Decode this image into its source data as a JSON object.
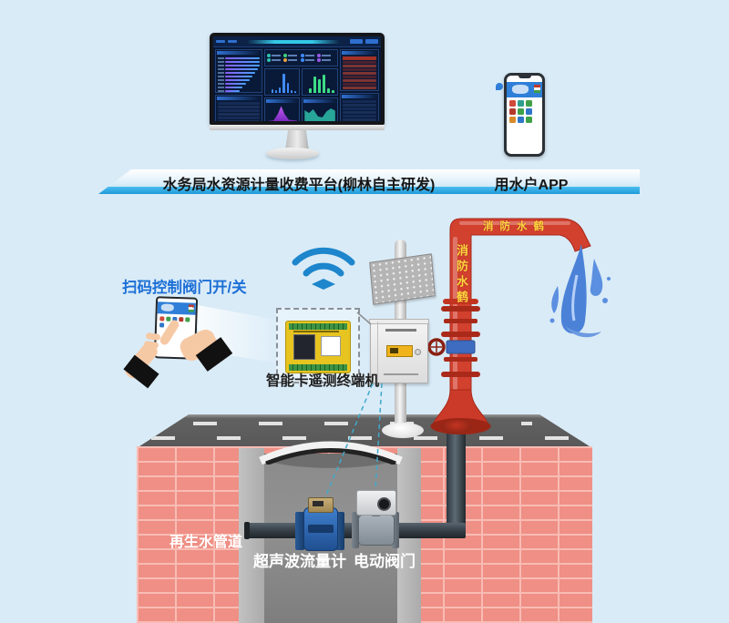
{
  "labels": {
    "platform": "水务局水资源计量收费平台(柳林自主研发)",
    "water_app": "用水户APP",
    "scan_control": "扫码控制阀门开/关",
    "smart_terminal": "智能卡遥测终端机",
    "reclaimed_pipe": "再生水管道",
    "flow_meter": "超声波流量计",
    "electric_valve": "电动阀门",
    "fire_crane_arm": "消防水鹤",
    "fire_crane_pipe": "消防水鹤"
  },
  "colors": {
    "background": "#d9ebf7",
    "platform_edge": "#35b0e6",
    "scan_label_blue": "#1c6fd6",
    "wifi_blue": "#1d86cc",
    "crane_red": "#d2402e",
    "crane_text_yellow": "#ffd640",
    "water_blue": "#4b82d8",
    "terminal_yellow": "#e7c41f",
    "connector_cyan": "#3fa9cb",
    "brick_pink": "#ef8f85"
  },
  "icons": {
    "wifi": "wifi-icon",
    "water_splash": "water-splash-icon"
  },
  "dashboard": {
    "left_bars": [
      96,
      90,
      84,
      78,
      72,
      66,
      58,
      50,
      42,
      34
    ],
    "blue_bars": [
      14,
      9,
      22,
      88,
      46,
      11,
      7
    ],
    "green_bars": [
      18,
      76,
      62,
      85,
      20,
      10
    ],
    "stat_dots": [
      "#2fc4b2",
      "#43d17c",
      "#3f8cff",
      "#9b59e8",
      "#2fc4b2",
      "#e8a33f",
      "#3f8cff",
      "#9b59e8"
    ],
    "left_table_rows": 9,
    "right_rows": 8,
    "right_bottom_rows": 7
  },
  "phone": {
    "app_icons": [
      "#cf4a3a",
      "#2f9e8c",
      "#3fa04a",
      "#b5382c",
      "#3fa04a",
      "#2f76c8",
      "#d98a2b",
      "#2f76c8",
      "#3fa04a"
    ]
  },
  "hand_phone": {
    "app_icons": [
      "#cf4a3a",
      "#3fa04a",
      "#2f76c8",
      "#b5382c",
      "#3fa04a",
      "#2f76c8"
    ]
  }
}
